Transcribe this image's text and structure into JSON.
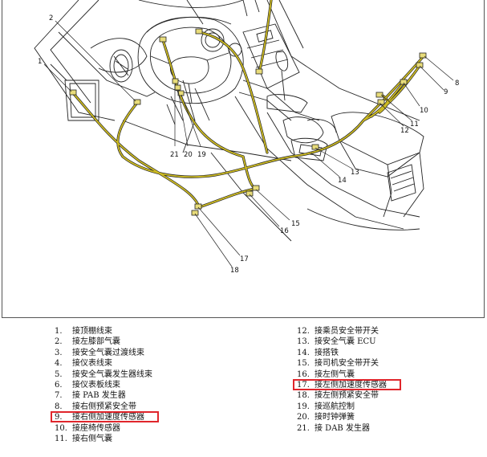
{
  "figure": {
    "harness_color": "#cdbb22",
    "highlight_color": "#e0262c",
    "callouts": [
      "1",
      "2",
      "8",
      "9",
      "10",
      "11",
      "12",
      "13",
      "14",
      "15",
      "16",
      "17",
      "18",
      "19",
      "20",
      "21"
    ]
  },
  "legend": {
    "left": [
      {
        "num": "1.",
        "text": "接顶棚线束"
      },
      {
        "num": "2.",
        "text": "接左膝部气囊"
      },
      {
        "num": "3.",
        "text": "接安全气囊过渡线束"
      },
      {
        "num": "4.",
        "text": "接仪表线束"
      },
      {
        "num": "5.",
        "text": "接安全气囊发生器线束"
      },
      {
        "num": "6.",
        "text": "接仪表板线束"
      },
      {
        "num": "7.",
        "text": "接 PAB 发生器"
      },
      {
        "num": "8.",
        "text": "接右侧预紧安全带"
      },
      {
        "num": "9.",
        "text": "接右侧加速度传感器",
        "highlighted": true
      },
      {
        "num": "10.",
        "text": "接座椅传感器"
      },
      {
        "num": "11.",
        "text": "接右侧气囊"
      }
    ],
    "right": [
      {
        "num": "12.",
        "text": "接乘员安全带开关"
      },
      {
        "num": "13.",
        "text": "接安全气囊 ECU"
      },
      {
        "num": "14.",
        "text": "接搭铁"
      },
      {
        "num": "15.",
        "text": "接司机安全带开关"
      },
      {
        "num": "16.",
        "text": "接左侧气囊"
      },
      {
        "num": "17.",
        "text": "接左侧加速度传感器",
        "highlighted": true
      },
      {
        "num": "18.",
        "text": "接左侧预紧安全带"
      },
      {
        "num": "19.",
        "text": "接巡航控制"
      },
      {
        "num": "20.",
        "text": "接时钟弹簧"
      },
      {
        "num": "21.",
        "text": "接 DAB 发生器"
      }
    ]
  }
}
